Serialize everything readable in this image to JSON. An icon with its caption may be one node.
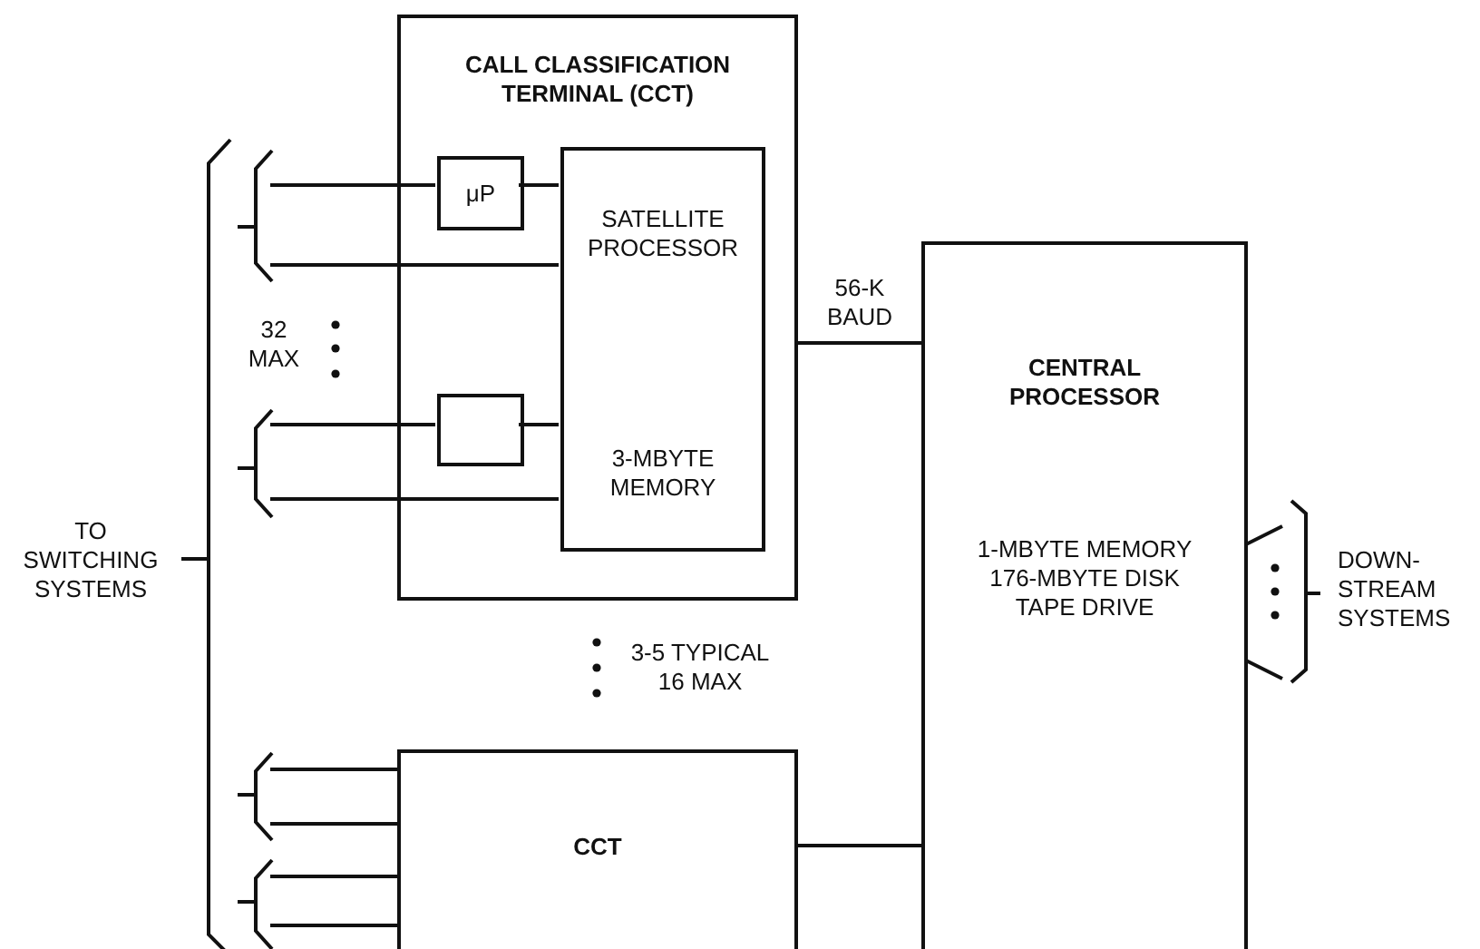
{
  "diagram": {
    "nodes": [
      {
        "text": [
          "CALL CLASSIFICATION TERMINAL (CCT)"
        ]
      },
      {
        "text": [
          "μP"
        ],
        "in": 0
      },
      {
        "text": [
          "SATELLITE PROCESSOR",
          "3-MBYTE MEMORY"
        ],
        "in": 0
      },
      {
        "text": [],
        "shape": "box",
        "in": 0
      },
      {
        "text": [
          "CCT"
        ]
      },
      {
        "text": [
          "CENTRAL PROCESSOR",
          "1-MBYTE MEMORY 176-MBYTE DISK TAPE DRIVE"
        ]
      },
      {
        "text": [
          "TO SWITCHING SYSTEMS"
        ]
      },
      {
        "text": [
          "DOWN- STREAM SYSTEMS"
        ]
      }
    ],
    "edges": [
      {
        "from": 6,
        "to": 1,
        "arrow": "none"
      },
      {
        "from": 1,
        "to": 2,
        "arrow": "none"
      },
      {
        "from": 6,
        "to": 2,
        "arrow": "none"
      },
      {
        "from": 6,
        "to": 3,
        "arrow": "none"
      },
      {
        "from": 3,
        "to": 2,
        "arrow": "none"
      },
      {
        "from": 6,
        "to": 2,
        "arrow": "none"
      },
      {
        "from": 0,
        "to": 5,
        "arrow": "none",
        "label": "56-K BAUD"
      },
      {
        "from": 6,
        "to": 4,
        "arrow": "none"
      },
      {
        "from": 6,
        "to": 4,
        "arrow": "none"
      },
      {
        "from": 6,
        "to": 4,
        "arrow": "none"
      },
      {
        "from": 6,
        "to": 4,
        "arrow": "none"
      },
      {
        "from": 4,
        "to": 5,
        "arrow": "none"
      },
      {
        "from": 5,
        "to": 7,
        "arrow": "none"
      },
      {
        "from": 5,
        "to": 7,
        "arrow": "none"
      }
    ],
    "labels": [
      "32 MAX",
      "3-5 TYPICAL 16 MAX"
    ]
  }
}
